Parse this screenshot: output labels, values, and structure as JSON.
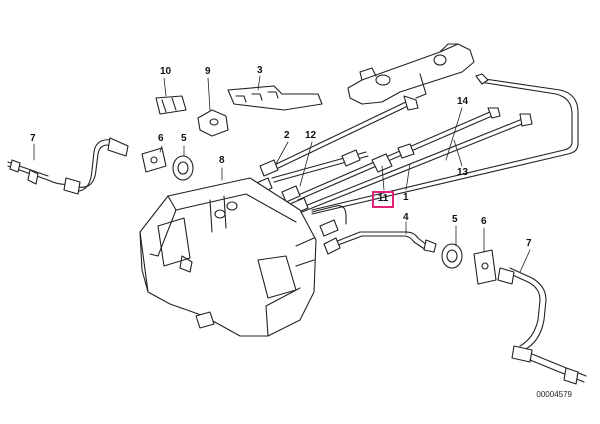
{
  "diagram": {
    "callouts": {
      "c10": "10",
      "c9": "9",
      "c3": "3",
      "c7a": "7",
      "c6a": "6",
      "c5a": "5",
      "c2": "2",
      "c12": "12",
      "c8": "8",
      "c14": "14",
      "c13": "13",
      "c1": "1",
      "c4": "4",
      "c5b": "5",
      "c6b": "6",
      "c7b": "7"
    },
    "highlighted_callout": "11",
    "highlight_color": "#e0237a",
    "reference_number": "00004579"
  }
}
